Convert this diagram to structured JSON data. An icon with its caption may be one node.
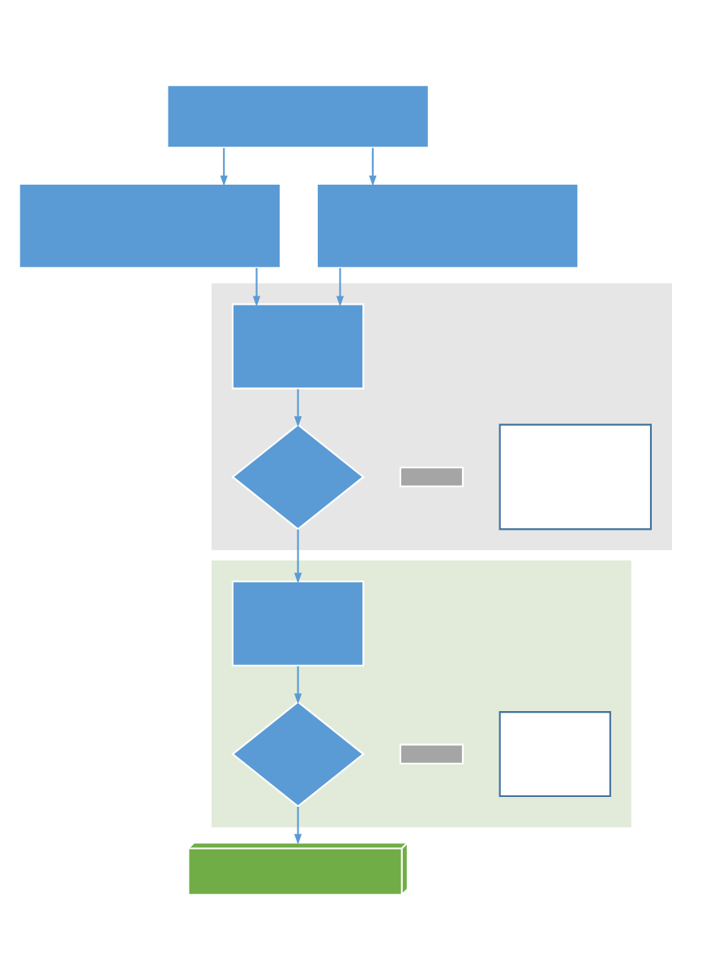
{
  "diagram": {
    "nodes": [
      {
        "text": [],
        "shape": "box"
      },
      {
        "text": [],
        "shape": "box"
      },
      {
        "text": [],
        "shape": "box"
      },
      {
        "text": [],
        "shape": "box"
      },
      {
        "text": [],
        "shape": "box",
        "in": 3
      },
      {
        "text": [],
        "shape": "diamond",
        "in": 3
      },
      {
        "text": [],
        "shape": "box",
        "in": 3
      },
      {
        "text": [],
        "shape": "bar",
        "in": 3
      },
      {
        "text": [],
        "shape": "box"
      },
      {
        "text": [],
        "shape": "box",
        "in": 8
      },
      {
        "text": [],
        "shape": "diamond",
        "in": 8
      },
      {
        "text": [],
        "shape": "box",
        "in": 8
      },
      {
        "text": [],
        "shape": "bar",
        "in": 8
      },
      {
        "text": [],
        "shape": "box"
      }
    ],
    "edges": [
      {
        "from": 0,
        "to": 1,
        "arrow": "to"
      },
      {
        "from": 0,
        "to": 2,
        "arrow": "to"
      },
      {
        "from": 1,
        "to": 4,
        "arrow": "to"
      },
      {
        "from": 2,
        "to": 4,
        "arrow": "to"
      },
      {
        "from": 4,
        "to": 5,
        "arrow": "to"
      },
      {
        "from": 5,
        "to": 9,
        "arrow": "to"
      },
      {
        "from": 9,
        "to": 10,
        "arrow": "to"
      },
      {
        "from": 10,
        "to": 13,
        "arrow": "to"
      }
    ]
  }
}
